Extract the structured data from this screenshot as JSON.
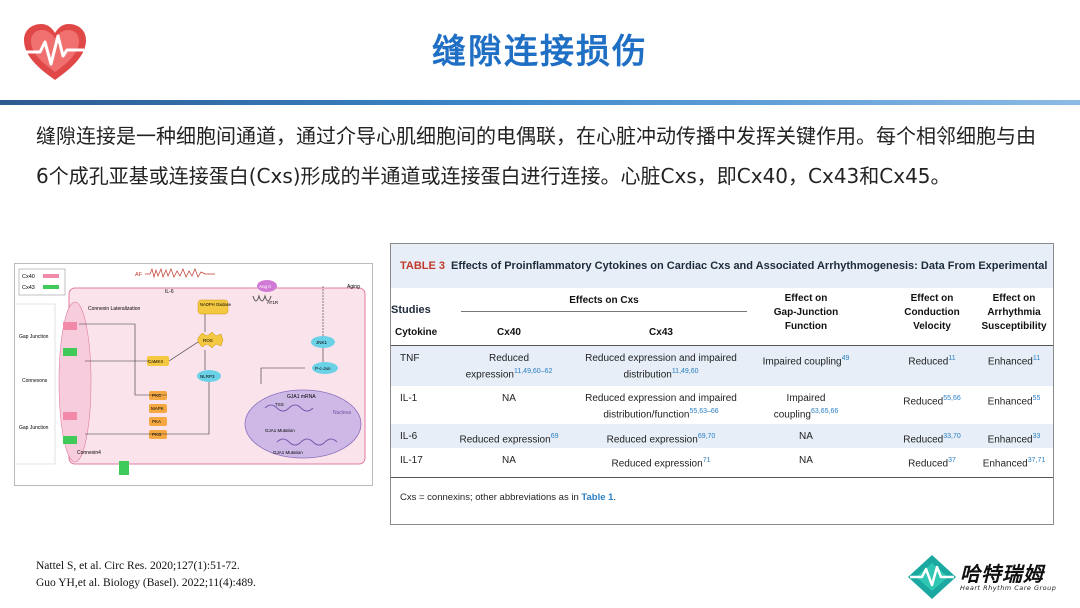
{
  "header": {
    "title": "缝隙连接损伤"
  },
  "body": {
    "paragraph": "缝隙连接是一种细胞间通道，通过介导心肌细胞间的电偶联，在心脏冲动传播中发挥关键作用。每个相邻细胞与由6个成孔亚基或连接蛋白(Cxs)形成的半通道或连接蛋白进行连接。心脏Cxs，即Cx40，Cx43和Cx45。"
  },
  "figure": {
    "legend": [
      "Cx40",
      "Cx43"
    ],
    "labels": {
      "af": "AF",
      "il6": "IL-6",
      "angii": "Ang II",
      "aging": "Aging",
      "at1r": "AT1R",
      "nadph": "NADPH Oxidase",
      "connexin_lat": "Connexin Lateralization",
      "gap_junction": "Gap Junction",
      "connexons": "Connexons",
      "connexin4": "Connexin4",
      "ros": "ROS",
      "jnk": "JNK1",
      "pcjun": "P-c-Jun",
      "camkii": "CaMKII",
      "nlrp3": "NLRP3",
      "pkc": "PKC",
      "mapk": "MAPK",
      "pka": "PKA",
      "pkg": "PKG",
      "gja1_mrna": "GJA1 mRNA",
      "nucleus": "Nucleus",
      "tss": "TSS",
      "gja1_mut": "GJA1 Mutation"
    }
  },
  "table": {
    "label": "TABLE 3",
    "caption": "Effects of Proinflammatory Cytokines on Cardiac Cxs and Associated Arrhythmogenesis: Data From Experimental Studies",
    "group_header": "Effects on Cxs",
    "headers": {
      "cytokine": "Cytokine",
      "cx40": "Cx40",
      "cx43": "Cx43",
      "gap": [
        "Effect on",
        "Gap-Junction",
        "Function"
      ],
      "conduction": [
        "Effect on",
        "Conduction",
        "Velocity"
      ],
      "arrhythmia": [
        "Effect on",
        "Arrhythmia",
        "Susceptibility"
      ]
    },
    "rows": [
      {
        "cytokine": "TNF",
        "cx40": [
          "Reduced",
          "expression"
        ],
        "cx40_ref": "11,49,60–62",
        "cx43": [
          "Reduced expression and impaired",
          "distribution"
        ],
        "cx43_ref": "11,49,60",
        "gap": "Impaired coupling",
        "gap_ref": "49",
        "conduction": "Reduced",
        "conduction_ref": "11",
        "arrhythmia": "Enhanced",
        "arrhythmia_ref": "11"
      },
      {
        "cytokine": "IL-1",
        "cx40": [
          "NA",
          ""
        ],
        "cx40_ref": "",
        "cx43": [
          "Reduced expression and impaired",
          "distribution/function"
        ],
        "cx43_ref": "55,63–66",
        "gap": "Impaired coupling",
        "gap_ref": "63,65,66",
        "conduction": "Reduced",
        "conduction_ref": "55,66",
        "arrhythmia": "Enhanced",
        "arrhythmia_ref": "55"
      },
      {
        "cytokine": "IL-6",
        "cx40": [
          "Reduced expression",
          ""
        ],
        "cx40_ref": "69",
        "cx43": [
          "Reduced expression",
          ""
        ],
        "cx43_ref": "69,70",
        "gap": "NA",
        "gap_ref": "",
        "conduction": "Reduced",
        "conduction_ref": "33,70",
        "arrhythmia": "Enhanced",
        "arrhythmia_ref": "33"
      },
      {
        "cytokine": "IL-17",
        "cx40": [
          "NA",
          ""
        ],
        "cx40_ref": "",
        "cx43": [
          "Reduced expression",
          ""
        ],
        "cx43_ref": "71",
        "gap": "NA",
        "gap_ref": "",
        "conduction": "Reduced",
        "conduction_ref": "37",
        "arrhythmia": "Enhanced",
        "arrhythmia_ref": "37,71"
      }
    ],
    "note_prefix": "Cxs = connexins; other abbreviations as in ",
    "note_link": "Table 1",
    "note_suffix": "."
  },
  "references": [
    "Nattel S, et al. Circ Res. 2020;127(1):51-72.",
    "Guo YH,et al. Biology (Basel). 2022;11(4):489."
  ],
  "brand": {
    "name": "哈特瑞姆",
    "subtitle": "Heart Rhythm Care Group"
  },
  "colors": {
    "title": "#1f6fc4",
    "heart": "#e04848",
    "table_shade": "#e7eef7",
    "table_label": "#c0392b",
    "cell_pink": "#fbe3ec",
    "nucleus": "#cdb8e6"
  }
}
